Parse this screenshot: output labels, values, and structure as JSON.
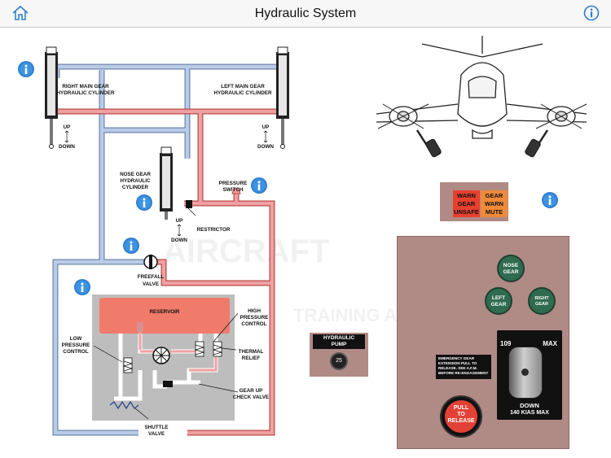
{
  "header": {
    "title": "Hydraulic System",
    "home_icon": "home-icon",
    "info_icon": "info-icon"
  },
  "diagram": {
    "right_main_gear": "RIGHT MAIN GEAR",
    "right_main_cyl": "HYDRAULIC CYLINDER",
    "left_main_gear": "LEFT MAIN GEAR",
    "left_main_cyl": "HYDRAULIC CYLINDER",
    "up": "UP",
    "down": "DOWN",
    "nose_gear_1": "NOSE GEAR",
    "nose_gear_2": "HYDRAULIC",
    "nose_gear_3": "CYLINDER",
    "pressure_switch_1": "PRESSURE",
    "pressure_switch_2": "SWITCH",
    "restrictor": "RESTRICTOR",
    "freefall_1": "FREEFALL",
    "freefall_2": "VALVE",
    "reservoir": "RESERVOIR",
    "high_pressure_1": "HIGH",
    "high_pressure_2": "PRESSURE",
    "high_pressure_3": "CONTROL",
    "low_pressure_1": "LOW",
    "low_pressure_2": "PRESSURE",
    "low_pressure_3": "CONTROL",
    "thermal_1": "THERMAL",
    "thermal_2": "RELIEF",
    "gear_up_1": "GEAR UP",
    "gear_up_2": "CHECK VALVE",
    "shuttle_1": "SHUTTLE",
    "shuttle_2": "VALVE",
    "watermark_1": "AIRCRAFT",
    "watermark_2": "TRAINING AIDS"
  },
  "pump": {
    "label_1": "HYDRAULIC",
    "label_2": "PUMP",
    "gauge": "25"
  },
  "annunciator": {
    "warn_1": "WARN",
    "warn_2": "GEAR",
    "warn_3": "UNSAFE",
    "mute_1": "GEAR",
    "mute_2": "WARN",
    "mute_3": "MUTE"
  },
  "gear_panel": {
    "nose_1": "NOSE",
    "nose_2": "GEAR",
    "left_1": "LEFT",
    "left_2": "GEAR",
    "right_1": "RIGHT",
    "right_2": "GEAR",
    "up_speed": "109",
    "up_max": "MAX",
    "down_1": "DOWN",
    "down_2": "140 KIAS MAX",
    "emergency_1": "EMERGENCY GEAR",
    "emergency_2": "EXTENSION PULL TO",
    "emergency_3": "RELEASE. SEE A.F.M.",
    "emergency_4": "BEFORE RE-ENGAGEMENT",
    "pull_1": "PULL",
    "pull_2": "TO",
    "pull_3": "RELEASE"
  },
  "colors": {
    "pressure_line": "#e36b6b",
    "return_line": "#9fb5d6",
    "reservoir": "#f07b6b",
    "warn_red": "#e8402f",
    "mute_orange": "#ef8a3a",
    "gear_light": "#2f6b4f",
    "panel": "#b08a85",
    "info_blue": "#2f7fd0"
  }
}
